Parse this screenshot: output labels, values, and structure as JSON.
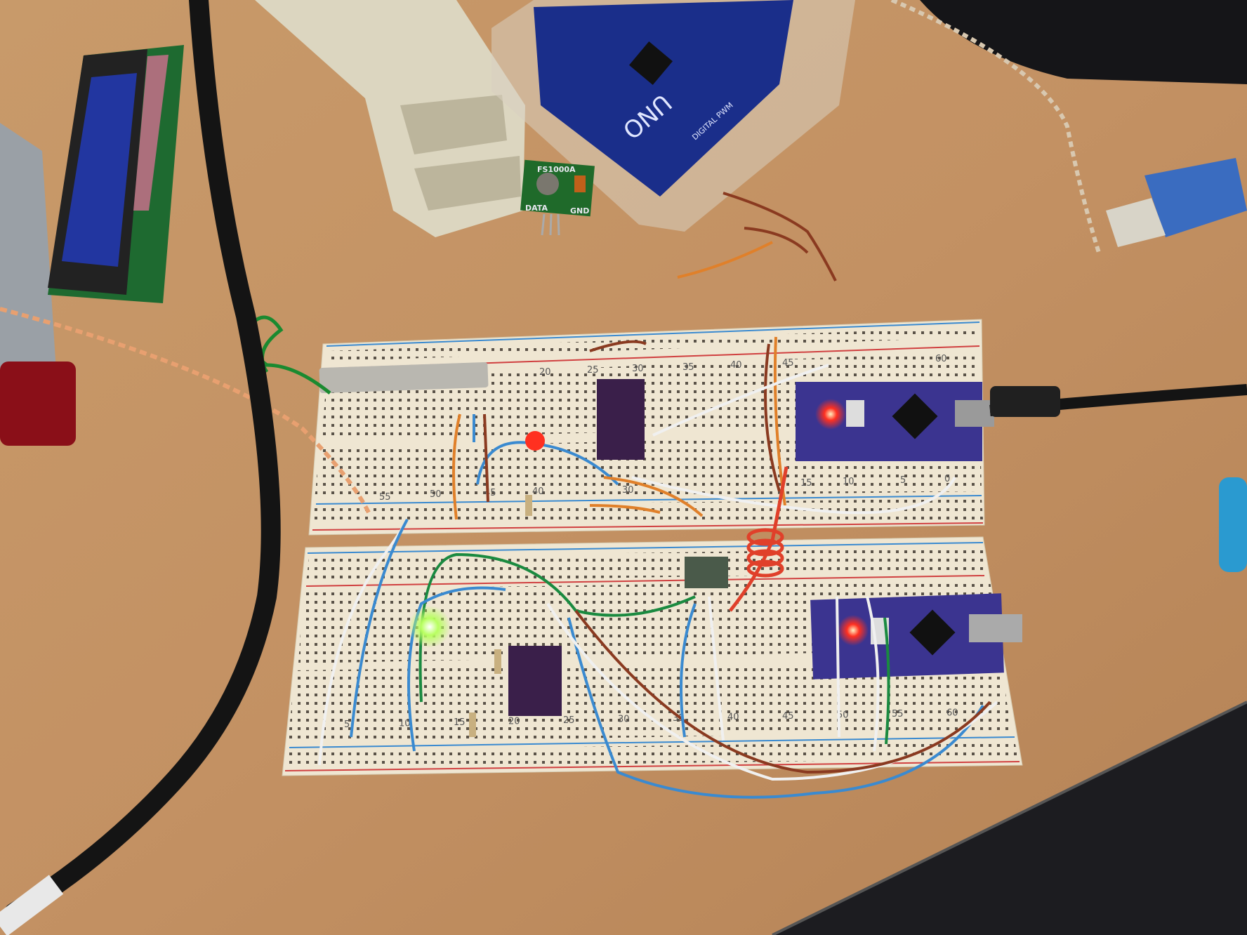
{
  "scene": {
    "description_labels": {
      "uno_board_label": "UNO",
      "uno_digital_label": "DIGITAL PWM",
      "transmitter_model": "FS1000A",
      "transmitter_pin_data": "DATA",
      "transmitter_pin_gnd": "GND"
    },
    "upper_breadboard_numbers": [
      "20",
      "25",
      "30",
      "35",
      "40",
      "45",
      "60"
    ],
    "upper_breadboard_bottom_numbers": [
      "55",
      "50",
      "45",
      "40",
      "30",
      "15",
      "10",
      "5",
      "0"
    ],
    "lower_breadboard_numbers": [
      "5",
      "10",
      "15",
      "20",
      "25",
      "30",
      "35",
      "40",
      "45",
      "50",
      "55",
      "60"
    ],
    "colors": {
      "desk": "#c49566",
      "breadboard": "#efe6d2",
      "nano_pcb": "#3b3490",
      "module_pcb": "#3a1f4a",
      "cable": "#141414",
      "led_red": "#ff3020",
      "led_green": "#b8ff60"
    }
  }
}
